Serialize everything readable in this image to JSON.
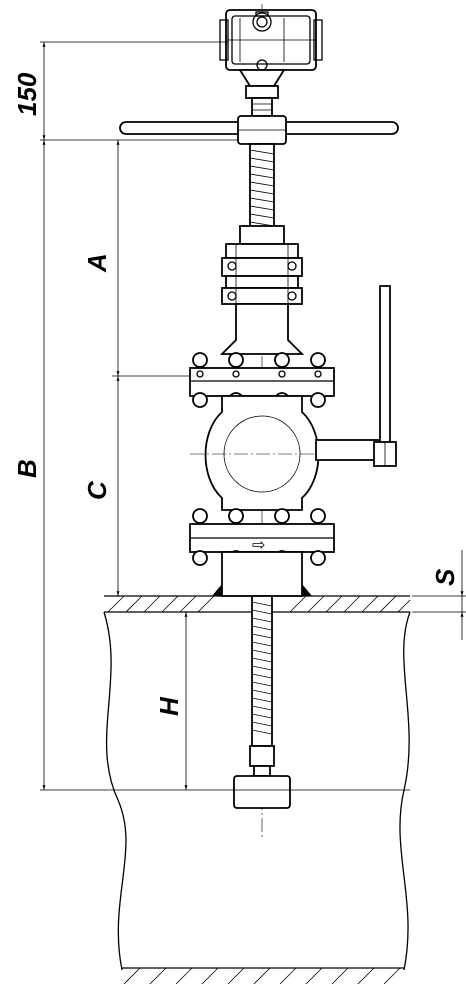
{
  "dimensions": {
    "top_offset": "150",
    "a": "A",
    "b": "B",
    "c": "C",
    "h": "H",
    "s": "S"
  },
  "flow_arrow_symbol": "⇨",
  "icons": {
    "handwheel": "handwheel-icon",
    "valve_lever": "lever-icon",
    "transmitter": "transmitter-icon"
  }
}
